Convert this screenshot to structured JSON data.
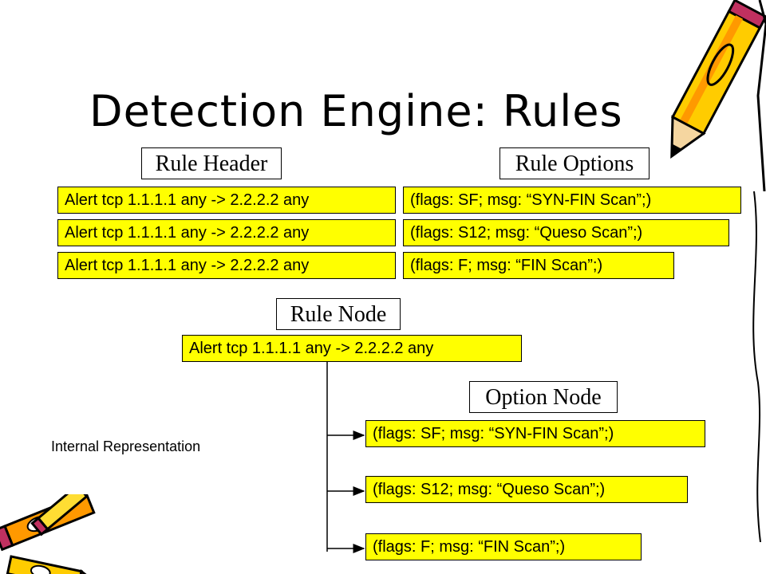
{
  "title": "Detection Engine: Rules",
  "labels": {
    "rule_header": "Rule Header",
    "rule_options": "Rule Options",
    "rule_node": "Rule Node",
    "option_node": "Option Node"
  },
  "rules": [
    {
      "header": "Alert tcp 1.1.1.1 any -> 2.2.2.2 any",
      "options": "(flags: SF; msg: “SYN-FIN Scan”;)"
    },
    {
      "header": "Alert tcp 1.1.1.1 any -> 2.2.2.2 any",
      "options": "(flags: S12; msg: “Queso Scan”;)"
    },
    {
      "header": "Alert tcp 1.1.1.1 any -> 2.2.2.2 any",
      "options": "(flags: F; msg: “FIN Scan”;)"
    }
  ],
  "rule_node": "Alert tcp 1.1.1.1 any -> 2.2.2.2 any",
  "option_nodes": [
    "(flags: SF; msg: “SYN-FIN Scan”;)",
    "(flags: S12; msg: “Queso Scan”;)",
    "(flags: F; msg: “FIN Scan”;)"
  ],
  "caption": "Internal Representation",
  "decorations": [
    "pencil-illustration",
    "crayons-illustration"
  ],
  "colors": {
    "box_fill": "#ffff00",
    "background": "#ffffff"
  }
}
